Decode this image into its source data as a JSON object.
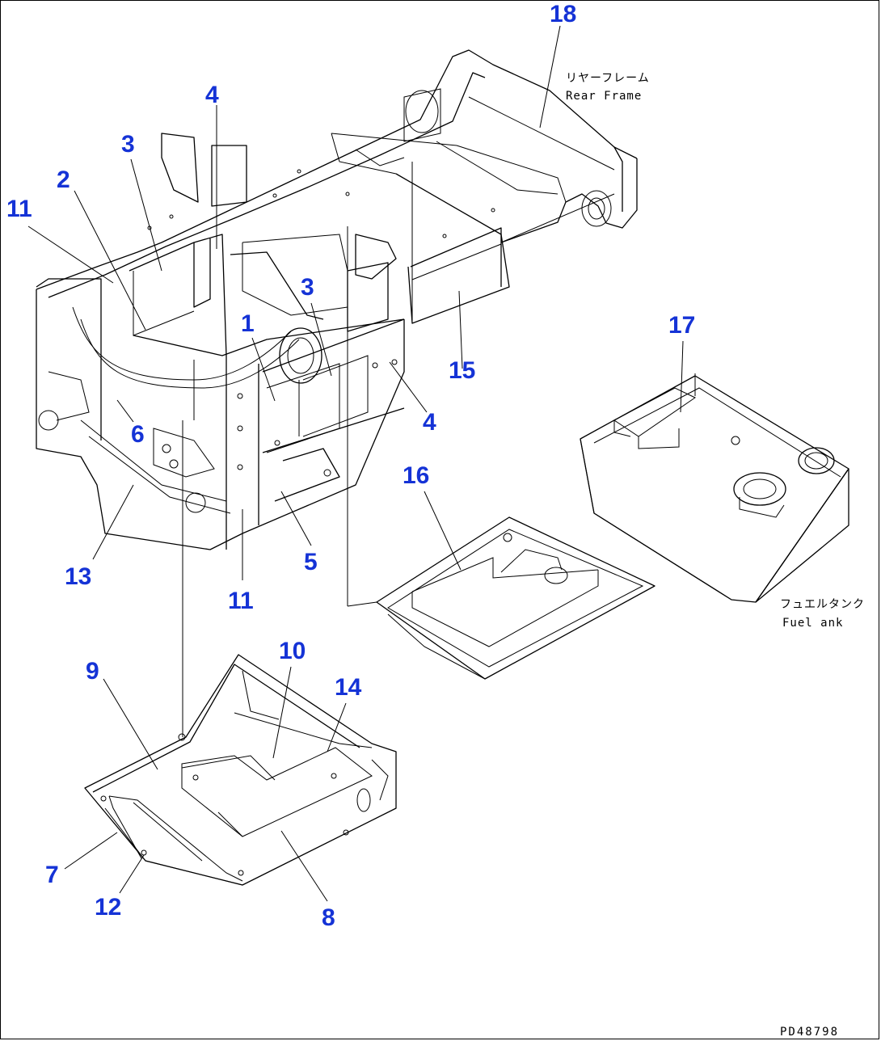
{
  "callouts": [
    {
      "id": "n18",
      "text": "18"
    },
    {
      "id": "n4a",
      "text": "4"
    },
    {
      "id": "n3a",
      "text": "3"
    },
    {
      "id": "n2",
      "text": "2"
    },
    {
      "id": "n11a",
      "text": "11"
    },
    {
      "id": "n3b",
      "text": "3"
    },
    {
      "id": "n1",
      "text": "1"
    },
    {
      "id": "n15",
      "text": "15"
    },
    {
      "id": "n17",
      "text": "17"
    },
    {
      "id": "n4b",
      "text": "4"
    },
    {
      "id": "n6",
      "text": "6"
    },
    {
      "id": "n16",
      "text": "16"
    },
    {
      "id": "n5",
      "text": "5"
    },
    {
      "id": "n13",
      "text": "13"
    },
    {
      "id": "n11b",
      "text": "11"
    },
    {
      "id": "n10",
      "text": "10"
    },
    {
      "id": "n9",
      "text": "9"
    },
    {
      "id": "n14",
      "text": "14"
    },
    {
      "id": "n7",
      "text": "7"
    },
    {
      "id": "n12",
      "text": "12"
    },
    {
      "id": "n8",
      "text": "8"
    }
  ],
  "labels": {
    "rear_frame_jp": "リヤーフレーム",
    "rear_frame_en": "Rear Frame",
    "fuel_tank_jp": "フュエルタンク",
    "fuel_tank_en": "Fuel  ank"
  },
  "drawing_code": "PD48798",
  "colors": {
    "callout": "#1533d6",
    "line": "#000000",
    "background": "#ffffff"
  }
}
